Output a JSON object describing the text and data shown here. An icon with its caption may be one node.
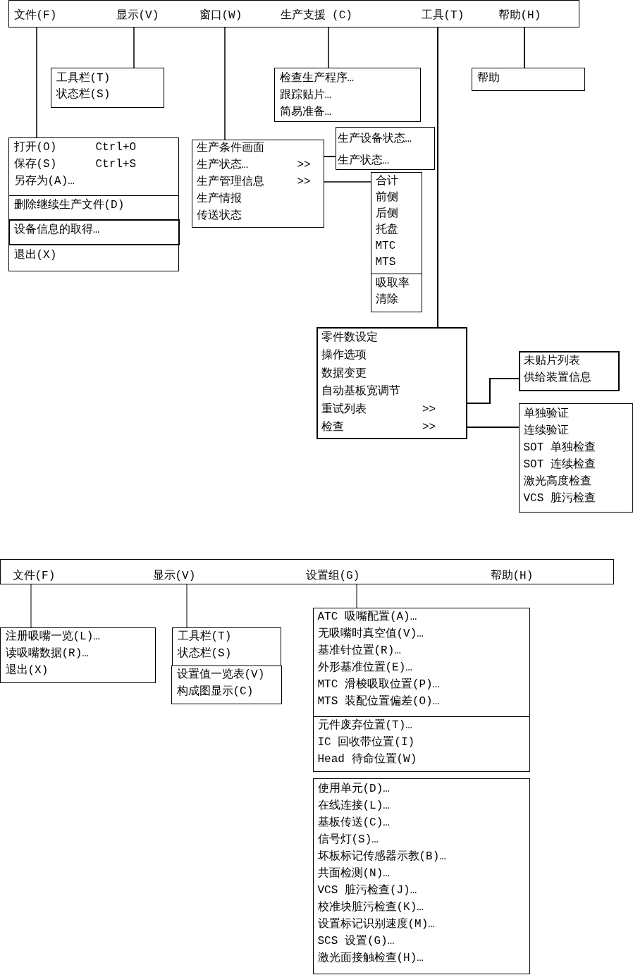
{
  "diagram": {
    "nodes": [
      {
        "text": [],
        "shape": "box"
      },
      {
        "text": [
          "文件(F)"
        ],
        "in": 0
      },
      {
        "text": [
          "显示(V)"
        ],
        "in": 0
      },
      {
        "text": [
          "窗口(W)"
        ],
        "in": 0
      },
      {
        "text": [
          "生产支援 (C)"
        ],
        "in": 0
      },
      {
        "text": [
          "工具(T)"
        ],
        "in": 0
      },
      {
        "text": [
          "帮助(H)"
        ],
        "in": 0
      },
      {
        "text": [
          "工具栏(T)",
          "状态栏(S)"
        ]
      },
      {
        "text": [
          "检查生产程序…",
          "跟踪贴片…",
          "简易准备…"
        ]
      },
      {
        "text": [
          "帮助"
        ]
      },
      {
        "text": [
          "打开(O)",
          "Ctrl+O",
          "保存(S)",
          "Ctrl+S",
          "另存为(A)…"
        ]
      },
      {
        "text": [
          "删除继续生产文件(D)"
        ]
      },
      {
        "text": [
          "设备信息的取得…"
        ]
      },
      {
        "text": [
          "退出(X)"
        ]
      },
      {
        "text": [
          "生产条件画面",
          "生产状态…",
          ">>",
          "生产管理信息",
          ">>",
          "生产情报",
          "传送状态"
        ]
      },
      {
        "text": [
          "生产设备状态…",
          "生产状态…"
        ]
      },
      {
        "text": [
          "合计",
          "前侧",
          "后侧",
          "托盘",
          "MTC",
          "MTS"
        ]
      },
      {
        "text": [
          "吸取率",
          "清除"
        ]
      },
      {
        "text": [
          "零件数设定",
          "操作选项",
          "数据变更",
          "自动基板宽调节",
          "重试列表",
          ">>",
          "检查",
          ">>"
        ]
      },
      {
        "text": [
          "未贴片列表",
          "供给装置信息"
        ]
      },
      {
        "text": [
          "单独验证",
          "连续验证",
          "SOT 单独检查",
          "SOT 连续检查",
          "激光高度检查",
          "VCS 脏污检查"
        ]
      },
      {
        "text": [],
        "shape": "box"
      },
      {
        "text": [
          "文件(F)"
        ],
        "in": 21
      },
      {
        "text": [
          "显示(V)"
        ],
        "in": 21
      },
      {
        "text": [
          "设置组(G)"
        ],
        "in": 21
      },
      {
        "text": [
          "帮助(H)"
        ],
        "in": 21
      },
      {
        "text": [
          "注册吸嘴一览(L)…",
          "读吸嘴数据(R)…",
          "退出(X)"
        ]
      },
      {
        "text": [
          "工具栏(T)",
          "状态栏(S)"
        ]
      },
      {
        "text": [
          "设置值一览表(V)",
          "构成图显示(C)"
        ]
      },
      {
        "text": [
          "ATC 吸嘴配置(A)…",
          "无吸嘴时真空值(V)…",
          "基准针位置(R)…",
          "外形基准位置(E)…",
          "MTC 滑梭吸取位置(P)…",
          "MTS 装配位置偏差(O)…"
        ]
      },
      {
        "text": [
          "元件废弃位置(T)…",
          "IC 回收带位置(I)",
          "Head 待命位置(W)"
        ]
      },
      {
        "text": [
          "使用单元(D)…",
          "在线连接(L)…",
          "基板传送(C)…",
          "信号灯(S)…",
          "坏板标记传感器示教(B)…",
          "共面检测(N)…",
          "VCS 脏污检查(J)…",
          "校准块脏污检查(K)…",
          "设置标记识别速度(M)…",
          "SCS 设置(G)…",
          "激光面接触检查(H)…"
        ]
      }
    ],
    "edges": [
      {
        "from": 1,
        "to": 10,
        "arrow": "none"
      },
      {
        "from": 2,
        "to": 7,
        "arrow": "none"
      },
      {
        "from": 3,
        "to": 14,
        "arrow": "none"
      },
      {
        "from": 4,
        "to": 8,
        "arrow": "none"
      },
      {
        "from": 5,
        "to": 18,
        "arrow": "none"
      },
      {
        "from": 6,
        "to": 9,
        "arrow": "none"
      },
      {
        "from": 14,
        "to": 15,
        "arrow": "none"
      },
      {
        "from": 14,
        "to": 16,
        "arrow": "none"
      },
      {
        "from": 18,
        "to": 19,
        "arrow": "none"
      },
      {
        "from": 18,
        "to": 20,
        "arrow": "none"
      },
      {
        "from": 22,
        "to": 26,
        "arrow": "none"
      },
      {
        "from": 23,
        "to": 27,
        "arrow": "none"
      },
      {
        "from": 24,
        "to": 29,
        "arrow": "none"
      }
    ]
  }
}
